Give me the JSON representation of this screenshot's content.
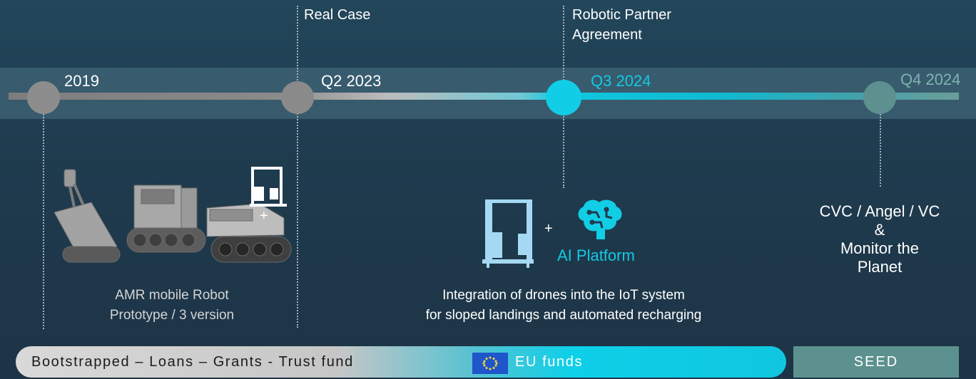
{
  "timeline": {
    "milestones": [
      {
        "date": "2019",
        "event": ""
      },
      {
        "date": "Q2 2023",
        "event": "Real Case"
      },
      {
        "date": "Q3 2024",
        "event_line1": "Robotic Partner",
        "event_line2": "Agreement"
      },
      {
        "date": "Q4 2024",
        "event": ""
      }
    ]
  },
  "amr": {
    "caption_line1": "AMR mobile Robot",
    "caption_line2": "Prototype / 3 version",
    "plus": "+"
  },
  "ai": {
    "plus": "+",
    "label": "AI Platform",
    "desc_line1": "Integration of drones into the IoT system",
    "desc_line2": "for sloped landings and automated recharging"
  },
  "funding_target": {
    "line1": "CVC / Angel / VC",
    "line2": "&",
    "line3": "Monitor the",
    "line4": "Planet"
  },
  "funding_bar": {
    "bootstrap": "Bootstrapped – Loans – Grants - Trust fund",
    "eu": "EU funds",
    "seed": "SEED"
  },
  "colors": {
    "accent": "#0fcde6",
    "icon_blue": "#9fd6f2",
    "seed": "#5c918f",
    "grey_node": "#8c8c8c"
  }
}
